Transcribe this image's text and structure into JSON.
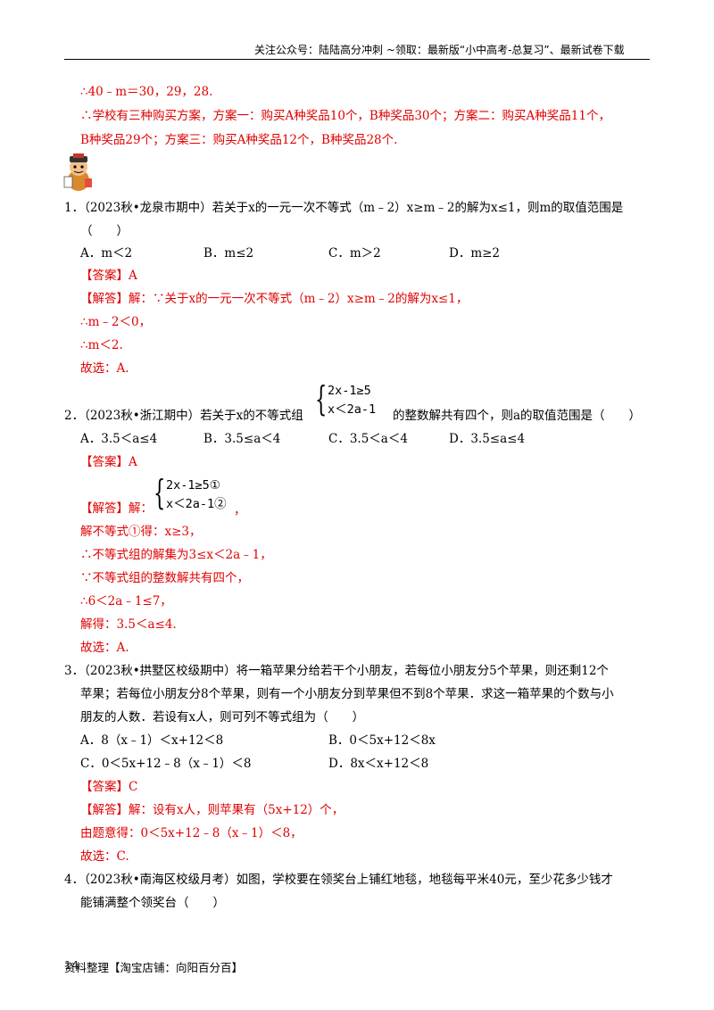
{
  "header": {
    "text": "关注公众号：陆陆高分冲刺 ~领取：最新版“小中高考-总复习”、最新试卷下载"
  },
  "intro": {
    "line1": "∴40﹣m＝30，29，28.",
    "line2": "∴学校有三种购买方案，方案一：购买A种奖品10个，B种奖品30个；方案二：购买A种奖品11个，",
    "line3": "B种奖品29个；方案三：购买A种奖品12个，B种奖品28个."
  },
  "q1": {
    "line1": "1．（2023秋•龙泉市期中）若关于x的一元一次不等式（m﹣2）x≥m﹣2的解为x≤1，则m的取值范围是",
    "line2": "（　　）",
    "options": [
      "A．m＜2",
      "B．m≤2",
      "C．m＞2",
      "D．m≥2"
    ],
    "answer": "【答案】A",
    "sol1": "【解答】解：∵关于x的一元一次不等式（m﹣2）x≥m﹣2的解为x≤1，",
    "sol2": "∴m﹣2＜0，",
    "sol3": "∴m＜2.",
    "sol4": "故选：A."
  },
  "q2": {
    "prefix": "2．（2023秋•浙江期中）若关于x的不等式组",
    "sys1": "2x-1≥5",
    "sys2": "x＜2a-1",
    "suffix": "的整数解共有四个，则a的取值范围是（　　）",
    "options": [
      "A．3.5＜a≤4",
      "B．3.5≤a＜4",
      "C．3.5＜a＜4",
      "D．3.5≤a≤4"
    ],
    "answer": "【答案】A",
    "sol_label": "【解答】解：",
    "sol_sys1": "2x-1≥5①",
    "sol_sys2": "x＜2a-1②",
    "sol_comma": "，",
    "sol1": "解不等式①得：x≥3，",
    "sol2": "∴不等式组的解集为3≤x＜2a﹣1，",
    "sol3": "∵不等式组的整数解共有四个，",
    "sol4": "∴6＜2a﹣1≤7，",
    "sol5": "解得：3.5＜a≤4.",
    "sol6": "故选：A."
  },
  "q3": {
    "line1": "3．（2023秋•拱墅区校级期中）将一箱苹果分给若干个小朋友，若每位小朋友分5个苹果，则还剩12个",
    "line2": "苹果；若每位小朋友分8个苹果，则有一个小朋友分到苹果但不到8个苹果．求这一箱苹果的个数与小",
    "line3": "朋友的人数．若设有x人，则可列不等式组为（　　）",
    "options": [
      "A．8（x﹣1）＜x+12＜8",
      "B．0＜5x+12＜8x",
      "C．0＜5x+12﹣8（x﹣1）＜8",
      "D．8x＜x+12＜8"
    ],
    "answer": "【答案】C",
    "sol1": "【解答】解：设有x人，则苹果有（5x+12）个，",
    "sol2": "由题意得：0＜5x+12﹣8（x﹣1）＜8，",
    "sol3": "故选：C."
  },
  "q4": {
    "line1": "4．（2023秋•南海区校级月考）如图，学校要在领奖台上铺红地毯，地毯每平米40元，至少花多少钱才",
    "line2": "能铺满整个领奖台（　　）"
  },
  "footer": {
    "text": "资料整理【淘宝店铺：向阳百分百】",
    "page": "14"
  }
}
